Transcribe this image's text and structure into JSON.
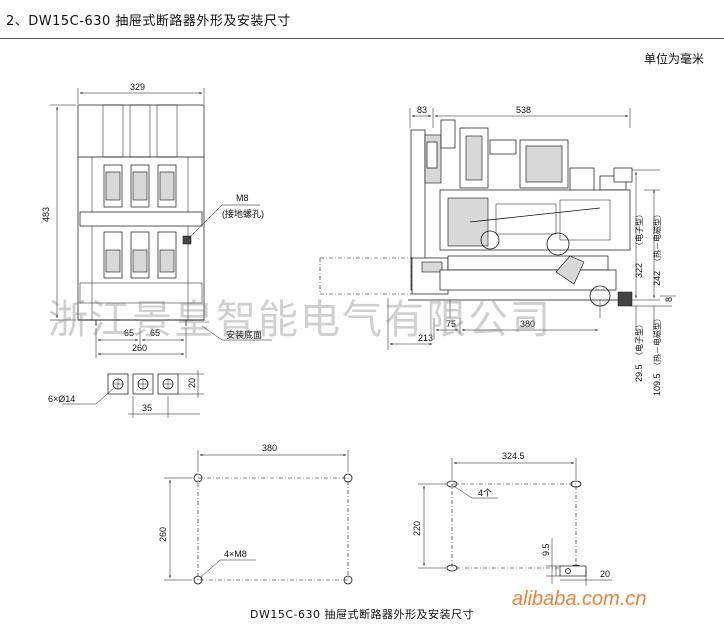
{
  "heading": "2、DW15C-630 抽屉式断路器外形及安装尺寸",
  "unit_note": "单位为毫米",
  "caption": "DW15C-630 抽屉式断路器外形及安装尺寸",
  "watermark": "浙江景皇智能电气有限公司",
  "site_watermark": "alibaba.com.cn",
  "front_view": {
    "width": "329",
    "height": "483",
    "bolt_label": "M8",
    "bolt_note": "(接地螺孔)",
    "spacing_a": "65",
    "spacing_b": "65",
    "base_width": "260",
    "base_label": "安装底面"
  },
  "hole_detail": {
    "holes": "6×Ø14",
    "dim_h": "20",
    "dim_w": "35"
  },
  "side_view": {
    "front_offset": "83",
    "depth": "538",
    "dim_75": "75",
    "dim_380": "380",
    "dim_213": "213",
    "dim_8": "8",
    "dim_322": "322",
    "dim_322_note": "（电子型）",
    "dim_242": "242",
    "dim_242_note": "（热－电磁型）",
    "dim_29_5": "29.5",
    "dim_29_5_note": "（电子型）",
    "dim_109_5": "109.5",
    "dim_109_5_note": "（热－电磁型）"
  },
  "mount_a": {
    "width": "380",
    "height": "260",
    "holes": "4×M8"
  },
  "mount_b": {
    "width": "324.5",
    "height": "220",
    "holes": "4个",
    "dim_9_5": "9.5",
    "dim_20": "20"
  }
}
